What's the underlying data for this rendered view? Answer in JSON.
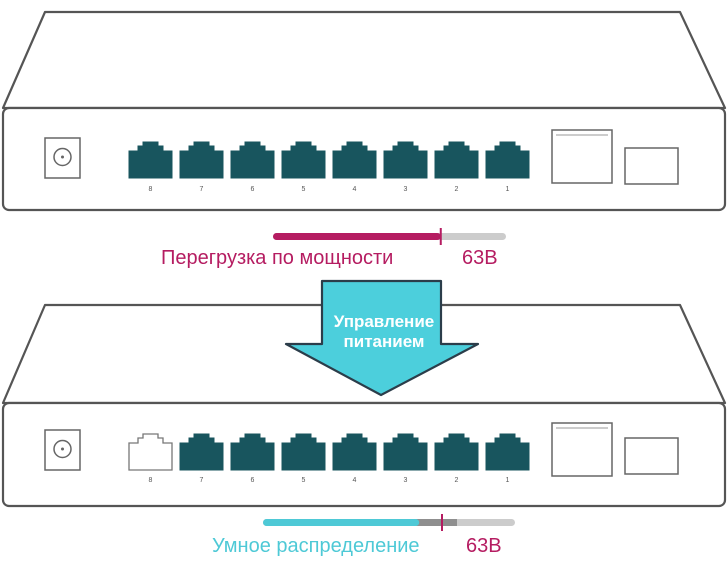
{
  "devices": [
    {
      "port_numbers": [
        "8",
        "7",
        "6",
        "5",
        "4",
        "3",
        "2",
        "1"
      ],
      "port_states": [
        "on",
        "on",
        "on",
        "on",
        "on",
        "on",
        "on",
        "on"
      ]
    },
    {
      "port_numbers": [
        "8",
        "7",
        "6",
        "5",
        "4",
        "3",
        "2",
        "1"
      ],
      "port_states": [
        "off",
        "on",
        "on",
        "on",
        "on",
        "on",
        "on",
        "on"
      ]
    }
  ],
  "top_status": {
    "label": "Перегрузка по мощности",
    "budget_label": "63В",
    "usage_fraction": 0.72,
    "limit_fraction": 0.72,
    "bar_color": "#b51c61"
  },
  "arrow": {
    "line1": "Управление",
    "line2": "питанием",
    "color": "#4ccfdc"
  },
  "bottom_status": {
    "label": "Умное распределение",
    "budget_label": "63В",
    "usage_fraction": 0.62,
    "reserve_fraction": 0.15,
    "limit_fraction": 0.75,
    "bar_color": "#4ec9d6"
  },
  "colors": {
    "port_on": "#18555e",
    "port_off": "#ffffff",
    "outline": "#555555",
    "bar_track": "#cccccc",
    "reserve": "#8f8f8f"
  }
}
